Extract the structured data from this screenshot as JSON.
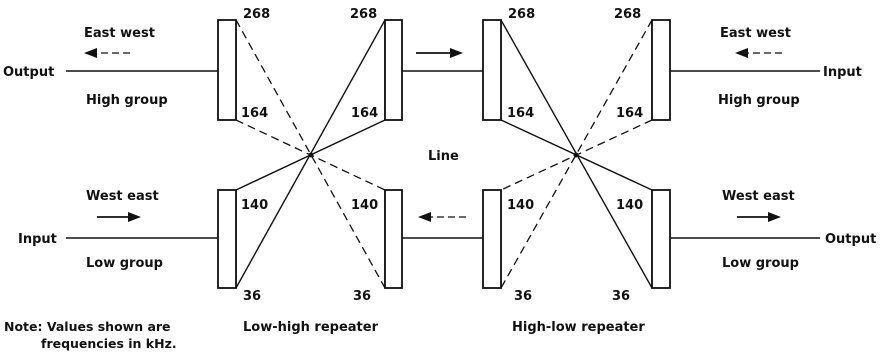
{
  "labels": {
    "output_top": "Output",
    "input_top": "Input",
    "input_bottom": "Input",
    "output_bottom": "Output",
    "east_west_left": "East west",
    "east_west_right": "East west",
    "high_group_left": "High group",
    "high_group_right": "High group",
    "west_east_left": "West east",
    "west_east_right": "West east",
    "low_group_left": "Low group",
    "low_group_right": "Low group",
    "line": "Line",
    "low_high_repeater": "Low-high repeater",
    "high_low_repeater": "High-low repeater",
    "note_line1": "Note:  Values shown are",
    "note_line2": "frequencies in kHz."
  },
  "freq": {
    "f268": "268",
    "f164": "164",
    "f140": "140",
    "f36": "36"
  }
}
